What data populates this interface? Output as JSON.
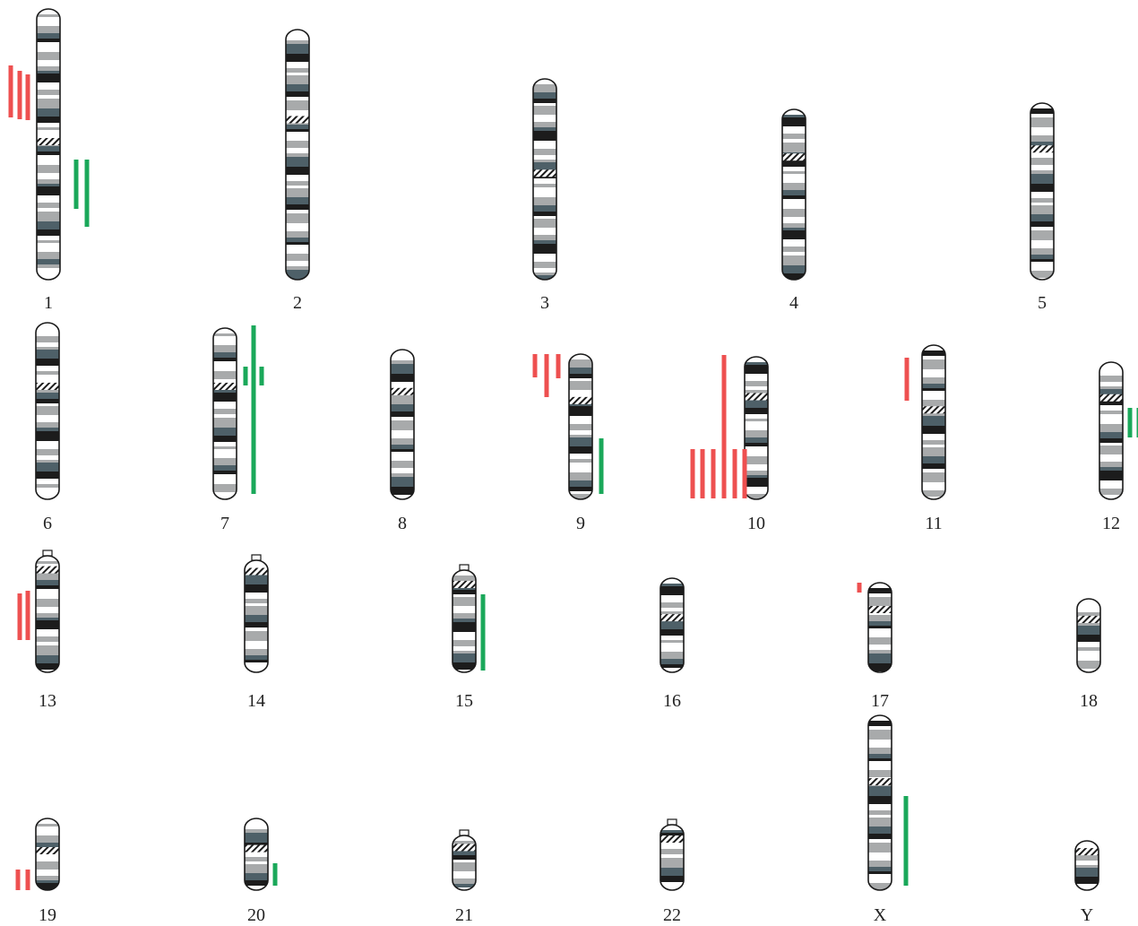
{
  "colors": {
    "background": "#ffffff",
    "outline": "#1a1a1a",
    "band_black": "#1c1c1c",
    "band_dark_gray": "#4e6068",
    "band_light_gray": "#a8aaab",
    "band_white": "#ffffff",
    "loss": "#ee5050",
    "gain": "#1aa85a"
  },
  "legend_semantics": {
    "red_bars": "loss",
    "green_bars": "gain"
  },
  "chromosomes": [
    {
      "label": "1",
      "gains": 2,
      "losses": 3
    },
    {
      "label": "2",
      "gains": 0,
      "losses": 0
    },
    {
      "label": "3",
      "gains": 0,
      "losses": 0
    },
    {
      "label": "4",
      "gains": 0,
      "losses": 0
    },
    {
      "label": "5",
      "gains": 0,
      "losses": 0
    },
    {
      "label": "6",
      "gains": 0,
      "losses": 0
    },
    {
      "label": "7",
      "gains": 3,
      "losses": 0
    },
    {
      "label": "8",
      "gains": 0,
      "losses": 0
    },
    {
      "label": "9",
      "gains": 1,
      "losses": 3
    },
    {
      "label": "10",
      "gains": 0,
      "losses": 6
    },
    {
      "label": "11",
      "gains": 0,
      "losses": 1
    },
    {
      "label": "12",
      "gains": 2,
      "losses": 0
    },
    {
      "label": "13",
      "gains": 0,
      "losses": 2
    },
    {
      "label": "14",
      "gains": 0,
      "losses": 0
    },
    {
      "label": "15",
      "gains": 1,
      "losses": 0
    },
    {
      "label": "16",
      "gains": 0,
      "losses": 0
    },
    {
      "label": "17",
      "gains": 0,
      "losses": 1
    },
    {
      "label": "18",
      "gains": 0,
      "losses": 0
    },
    {
      "label": "19",
      "gains": 0,
      "losses": 2
    },
    {
      "label": "20",
      "gains": 1,
      "losses": 0
    },
    {
      "label": "21",
      "gains": 0,
      "losses": 0
    },
    {
      "label": "22",
      "gains": 0,
      "losses": 0
    },
    {
      "label": "X",
      "gains": 1,
      "losses": 0
    },
    {
      "label": "Y",
      "gains": 0,
      "losses": 0
    }
  ]
}
